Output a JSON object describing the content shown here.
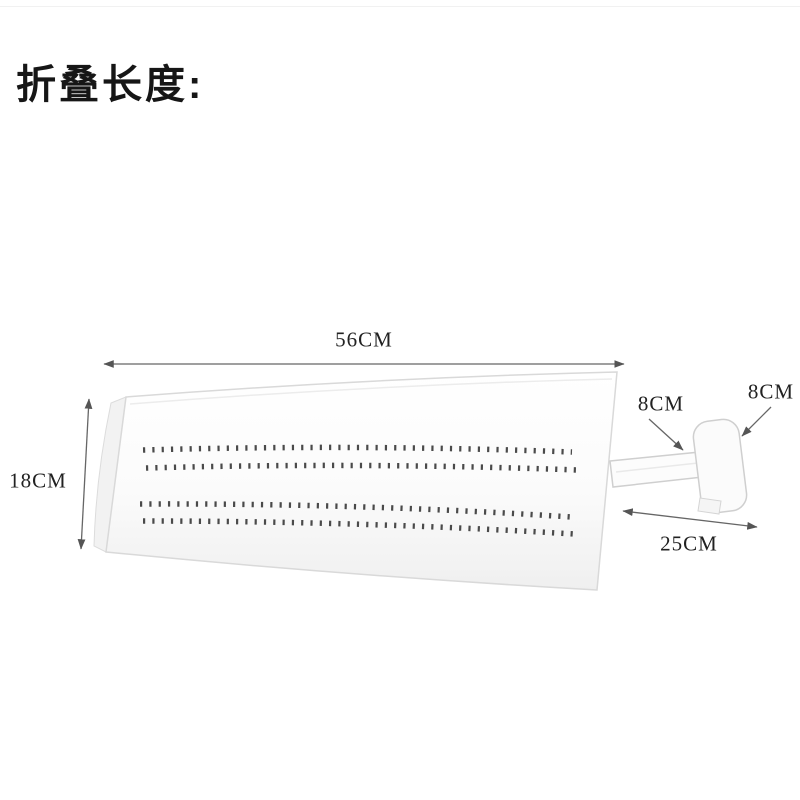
{
  "title": "折叠长度:",
  "labels": {
    "top_width": "56CM",
    "left_height": "18CM",
    "bracket_depth": "8CM",
    "plate_width": "8CM",
    "arm_length": "25CM"
  },
  "colors": {
    "background": "#ffffff",
    "panel_stroke": "#d9d9d9",
    "dimension_line": "#666666",
    "perforation": "#4a4a4a",
    "text": "#1a1a1a"
  }
}
